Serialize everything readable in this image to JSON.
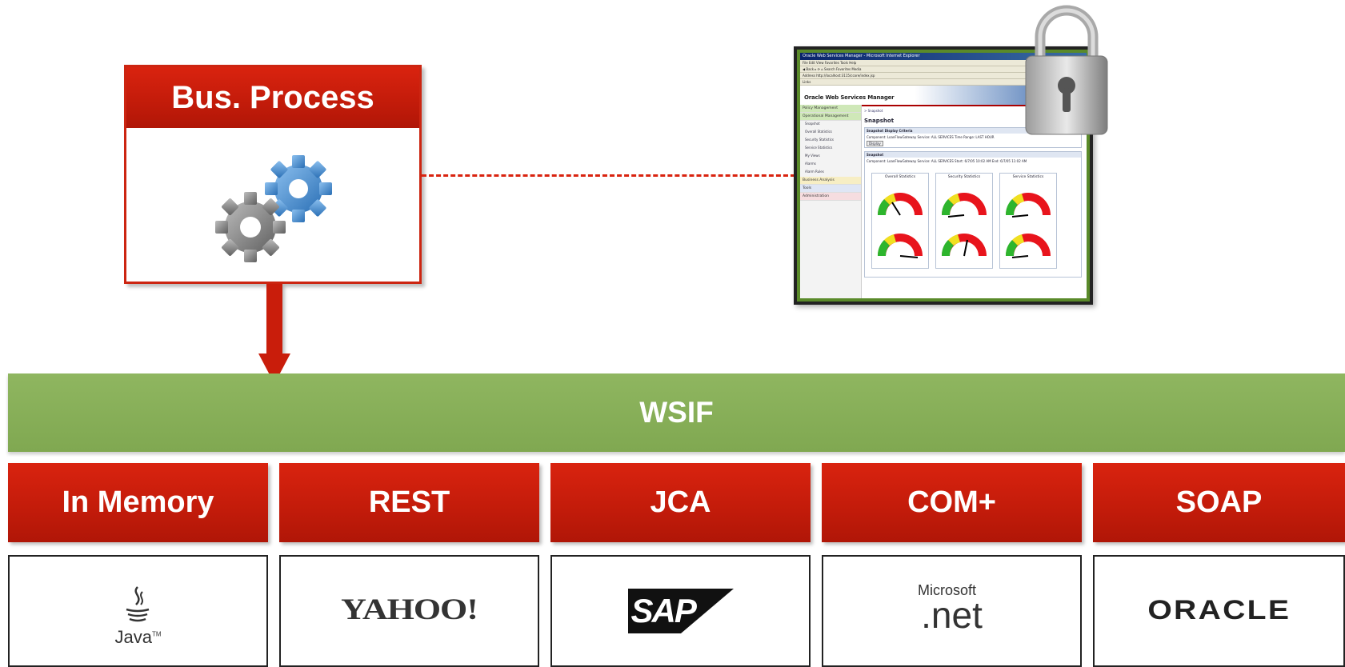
{
  "bus_process": {
    "title": "Bus. Process"
  },
  "wsif": {
    "label": "WSIF"
  },
  "columns": [
    {
      "label": "In Memory",
      "logo": "java-logo",
      "logo_text": "Java",
      "logo_tm": "TM"
    },
    {
      "label": "REST",
      "logo": "yahoo-logo",
      "logo_text": "YAHOO!"
    },
    {
      "label": "JCA",
      "logo": "sap-logo",
      "logo_text": "SAP"
    },
    {
      "label": "COM+",
      "logo": "microsoft-net-logo",
      "logo_text_top": "Microsoft",
      "logo_text": ".net"
    },
    {
      "label": "SOAP",
      "logo": "oracle-logo",
      "logo_text": "ORACLE"
    }
  ],
  "screenshot": {
    "window_title": "Oracle Web Services Manager - Microsoft Internet Explorer",
    "menu": "File  Edit  View  Favorites  Tools  Help",
    "address": "Address  http://localhost:3115/ccore/index.jsp",
    "app_title": "Oracle Web Services Manager",
    "nav": {
      "policy": "Policy Management",
      "operational": "Operational Management",
      "subitems": [
        "Snapshot",
        "Overall Statistics",
        "Security Statistics",
        "Service Statistics",
        "My Views",
        "Alarms",
        "Alarm Rules"
      ],
      "business": "Business Analysis",
      "tools": "Tools",
      "admin": "Administration"
    },
    "breadcrumb": "> Snapshot",
    "page_title": "Snapshot",
    "criteria_header": "Snapshot Display Criteria",
    "criteria_line": "Component: LoanFlowGateway   Service: ALL SERVICES   Time Range: LAST HOUR",
    "display_button": "Display",
    "snapshot_header": "Snapshot",
    "snapshot_line": "Component: LoanFlowGateway   Service: ALL SERVICES   Start: 6/7/05 10:02 AM   End: 6/7/05 11:02 AM",
    "panels": [
      "Overall Statistics",
      "Security Statistics",
      "Service Statistics"
    ]
  },
  "colors": {
    "red": "#d9230f",
    "green": "#86ad57",
    "border_dark": "#222222"
  }
}
